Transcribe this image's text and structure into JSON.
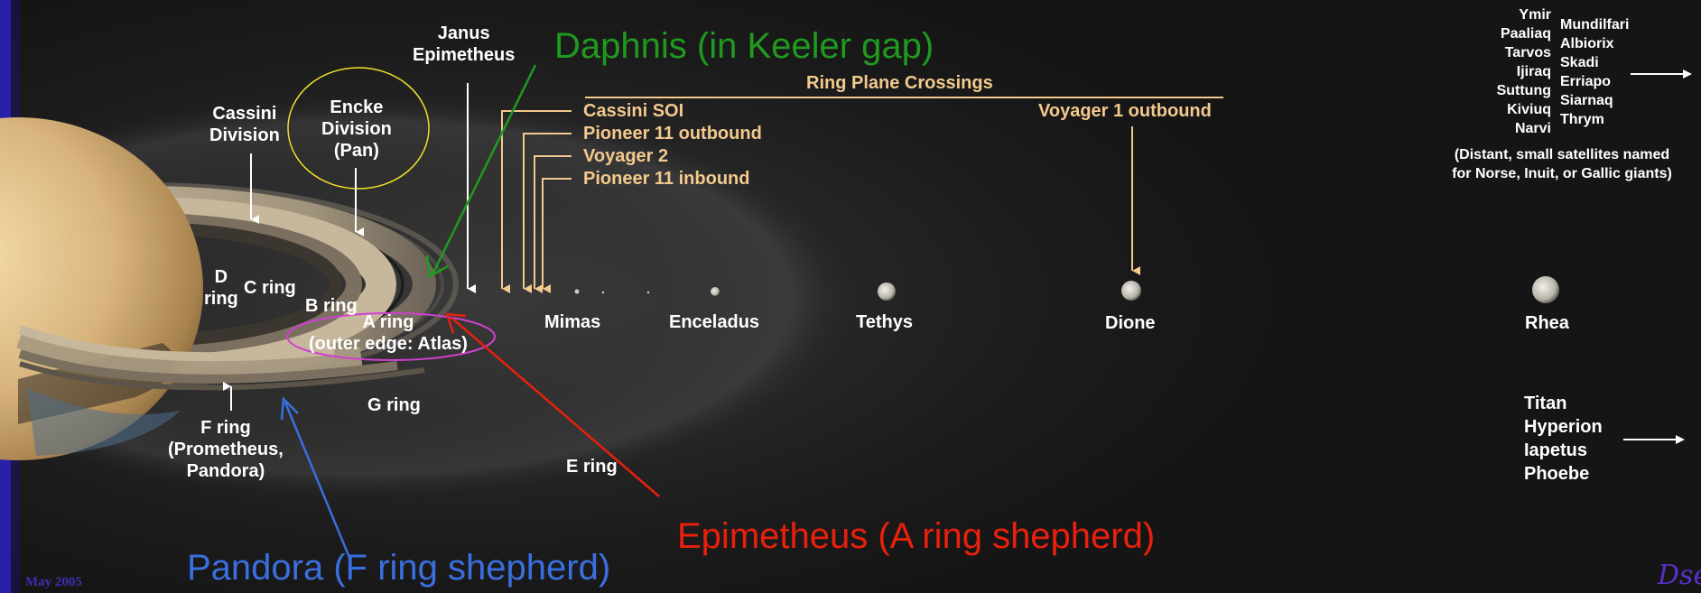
{
  "labels": {
    "cassini_division": [
      "Cassini",
      "Division"
    ],
    "encke_division": [
      "Encke",
      "Division",
      "(Pan)"
    ],
    "janus": [
      "Janus",
      "Epimetheus"
    ],
    "daphnis": "Daphnis (in Keeler gap)",
    "ring_plane_crossings": "Ring Plane Crossings",
    "crossings": [
      "Cassini SOI",
      "Pioneer 11 outbound",
      "Voyager 2",
      "Pioneer 11 inbound"
    ],
    "voyager1": "Voyager 1 outbound",
    "d_ring": [
      "D",
      "ring"
    ],
    "c_ring": "C ring",
    "b_ring": "B ring",
    "a_ring": [
      "A ring",
      "(outer edge: Atlas)"
    ],
    "g_ring": "G ring",
    "f_ring": [
      "F ring",
      "(Prometheus,",
      "Pandora)"
    ],
    "e_ring": "E ring",
    "epimetheus_shepherd": "Epimetheus (A ring shepherd)",
    "pandora_shepherd": "Pandora (F ring shepherd)",
    "date": "May 2005",
    "signature": "Dseal"
  },
  "moons": [
    "Mimas",
    "Enceladus",
    "Tethys",
    "Dione",
    "Rhea"
  ],
  "irregulars_left": [
    "Ymir",
    "Paaliaq",
    "Tarvos",
    "Ijiraq",
    "Suttung",
    "Kiviuq",
    "Narvi"
  ],
  "irregulars_right": [
    "Mundilfari",
    "Albiorix",
    "Skadi",
    "Erriapo",
    "Siarnaq",
    "Thrym"
  ],
  "irregulars_note": [
    "(Distant, small satellites named",
    "for Norse, Inuit, or Gallic giants)"
  ],
  "outer_moons": [
    "Titan",
    "Hyperion",
    "Iapetus",
    "Phoebe"
  ],
  "colors": {
    "white_label": "#ffffff",
    "crossing_tan": "#f3c98e",
    "daphnis_green": "#1f9a1f",
    "epimetheus_red": "#e8200c",
    "pandora_blue": "#3a6fe0",
    "encke_circle": "#f0e02a",
    "atlas_ellipse": "#d040d0",
    "border_left": "#2a1fa8",
    "signature": "#5a2fcc"
  }
}
